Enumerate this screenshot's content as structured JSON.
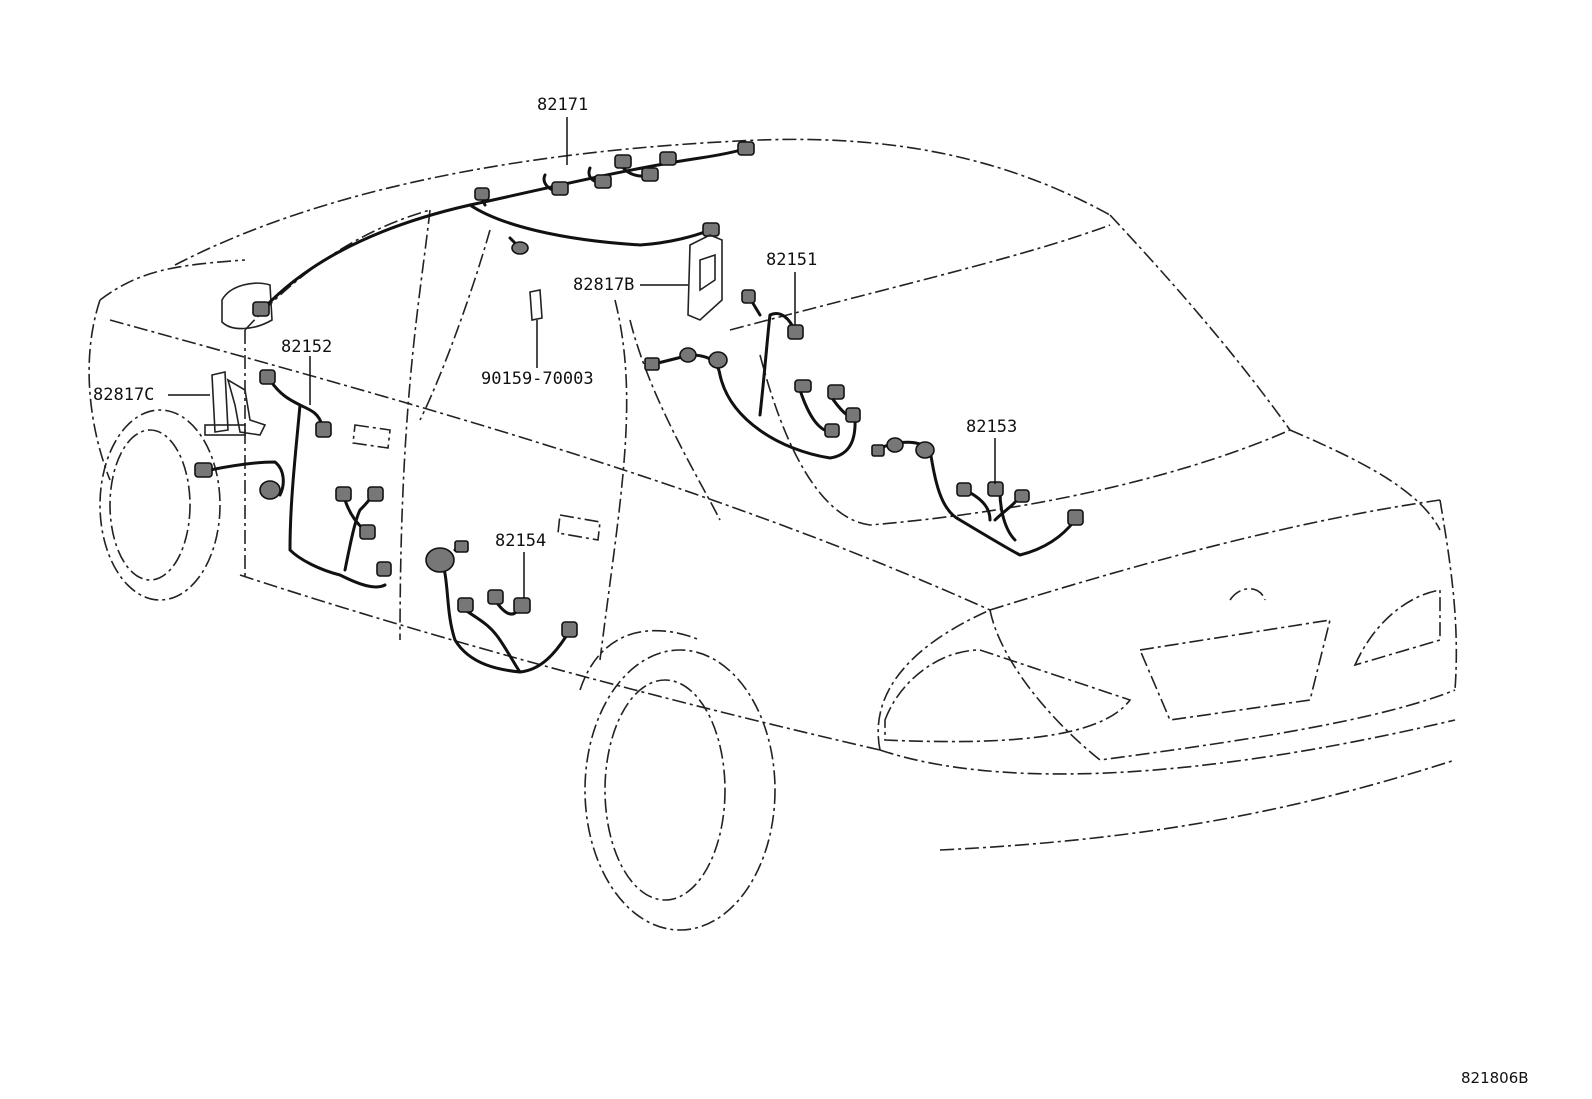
{
  "callouts": [
    {
      "id": "82171",
      "text": "82171"
    },
    {
      "id": "82151",
      "text": "82151"
    },
    {
      "id": "82817B",
      "text": "82817B"
    },
    {
      "id": "82152",
      "text": "82152"
    },
    {
      "id": "82817C",
      "text": "82817C"
    },
    {
      "id": "90159-70003",
      "text": "90159-70003"
    },
    {
      "id": "82153",
      "text": "82153"
    },
    {
      "id": "82154",
      "text": "82154"
    }
  ],
  "diagram_ref": "821806B"
}
